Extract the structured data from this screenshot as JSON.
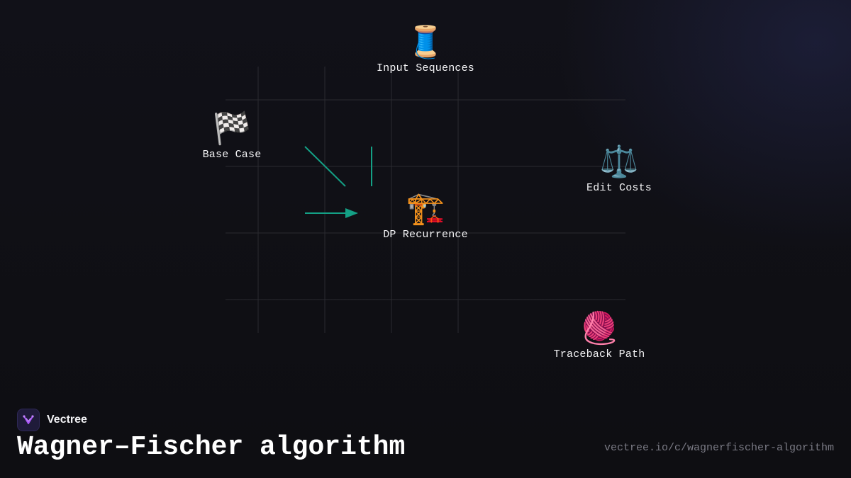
{
  "nodes": {
    "input_sequences": {
      "icon": "thread-spool-icon",
      "emoji": "🧵",
      "label": "Input Sequences"
    },
    "base_case": {
      "icon": "checkered-flag-icon",
      "emoji": "🏁",
      "label": "Base Case"
    },
    "edit_costs": {
      "icon": "balance-scale-icon",
      "emoji": "⚖️",
      "label": "Edit Costs"
    },
    "dp_recurrence": {
      "icon": "construction-crane-icon",
      "emoji": "🏗️",
      "label": "DP Recurrence"
    },
    "traceback_path": {
      "icon": "yarn-ball-icon",
      "emoji": "🧶",
      "label": "Traceback Path"
    }
  },
  "brand": {
    "name": "Vectree",
    "logo_icon": "vectree-logo-icon"
  },
  "title": "Wagner–Fischer algorithm",
  "url": "vectree.io/c/wagnerfischer-algorithm",
  "colors": {
    "background": "#0f0f13",
    "grid_line": "#2a2a30",
    "arrow": "#14a085",
    "brand_accent": "#a855f7",
    "url_text": "#7b7b85"
  }
}
